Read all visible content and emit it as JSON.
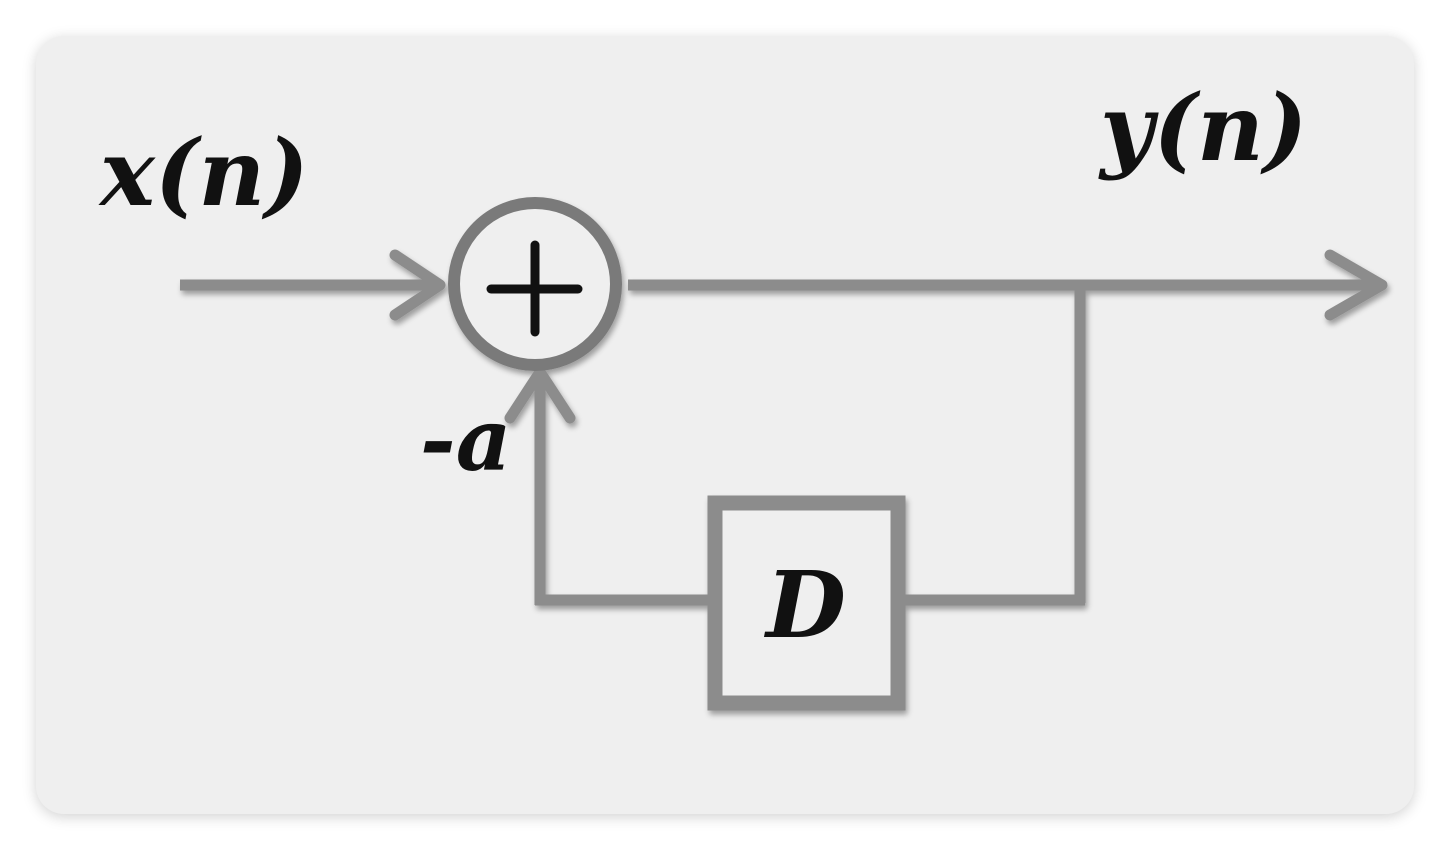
{
  "diagram": {
    "input_label": "x(n)",
    "output_label": "y(n)",
    "adder_symbol": "+",
    "feedback_gain_label": "-a",
    "delay_label": "D"
  },
  "colors": {
    "background": "#efefef",
    "wire": "#8c8c8c",
    "adder_ring": "#7a7a7a",
    "text": "#111111"
  }
}
